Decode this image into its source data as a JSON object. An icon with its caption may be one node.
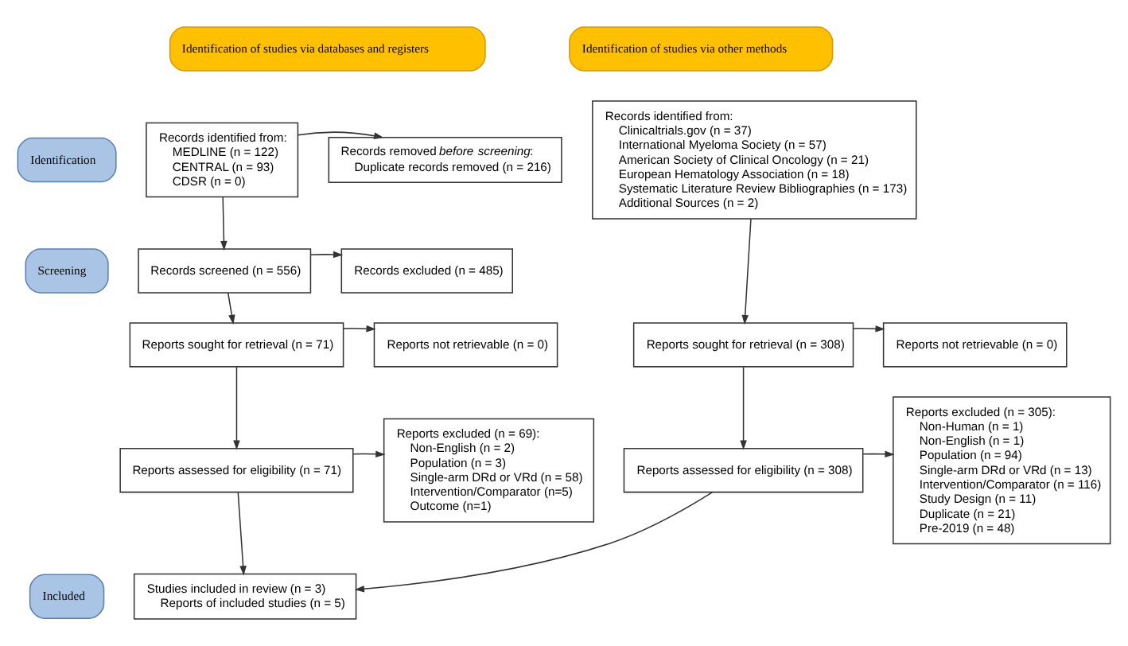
{
  "diagram": {
    "nodes": [
      {
        "text": [
          "Identification of studies via databases and registers"
        ]
      },
      {
        "text": [
          "Identification of studies via other methods"
        ]
      },
      {
        "text": [
          "Identification"
        ]
      },
      {
        "text": [
          "Records identified from:",
          "MEDLINE (n = 122)",
          "CENTRAL (n = 93)",
          "CDSR (n = 0)"
        ]
      },
      {
        "text": [
          "Records removed *before* *screening*:",
          "Duplicate records removed (n = 216)"
        ]
      },
      {
        "text": [
          "Records identified from:",
          "Clinicaltrials.gov (n = 37)",
          "International Myeloma Society (n = 57)",
          "American Society of Clinical Oncology (n = 21)",
          "European Hematology Association (n = 18)",
          "Systematic Literature Review Bibliographies (n = 173)",
          "Additional Sources (n = 2)"
        ]
      },
      {
        "text": [
          "Screening"
        ]
      },
      {
        "text": [
          "Records screened (n = 556)"
        ]
      },
      {
        "text": [
          "Records excluded (n = 485)"
        ]
      },
      {
        "text": [
          "Reports sought for retrieval (n = 71)"
        ]
      },
      {
        "text": [
          "Reports not retrievable (n = 0)"
        ]
      },
      {
        "text": [
          "Reports sought for retrieval (n = 308)"
        ]
      },
      {
        "text": [
          "Reports not retrievable (n = 0)"
        ]
      },
      {
        "text": [
          "Reports assessed for eligibility (n = 71)"
        ]
      },
      {
        "text": [
          "Reports excluded (n = 69):",
          "Non-English (n = 2)",
          "Population (n = 3)",
          "Single-arm DRd or VRd (n = 58)",
          "Intervention/Comparator (n=5)",
          "Outcome (n=1)"
        ]
      },
      {
        "text": [
          "Reports assessed for eligibility (n = 308)"
        ]
      },
      {
        "text": [
          "Reports excluded (n = 305):",
          "Non-Human (n = 1)",
          "Non-English (n = 1)",
          "Population (n = 94)",
          "Single-arm DRd or VRd (n = 13)",
          "Intervention/Comparator (n = 116)",
          "Study Design (n = 11)",
          "Duplicate (n = 21)",
          "Pre-2019 (n = 48)"
        ]
      },
      {
        "text": [
          "Included"
        ]
      },
      {
        "text": [
          "Studies included in review (n = 3)",
          "Reports of included studies (n = 5)"
        ]
      }
    ],
    "edges": [
      {
        "from": 3,
        "to": 4,
        "arrow": "to"
      },
      {
        "from": 3,
        "to": 7,
        "arrow": "to"
      },
      {
        "from": 7,
        "to": 8,
        "arrow": "to"
      },
      {
        "from": 7,
        "to": 9,
        "arrow": "to"
      },
      {
        "from": 9,
        "to": 10,
        "arrow": "to"
      },
      {
        "from": 9,
        "to": 13,
        "arrow": "to"
      },
      {
        "from": 13,
        "to": 14,
        "arrow": "to"
      },
      {
        "from": 13,
        "to": 18,
        "arrow": "to"
      },
      {
        "from": 5,
        "to": 11,
        "arrow": "to"
      },
      {
        "from": 11,
        "to": 12,
        "arrow": "to"
      },
      {
        "from": 11,
        "to": 15,
        "arrow": "to"
      },
      {
        "from": 15,
        "to": 16,
        "arrow": "to"
      },
      {
        "from": 15,
        "to": 18,
        "arrow": "to"
      }
    ]
  }
}
